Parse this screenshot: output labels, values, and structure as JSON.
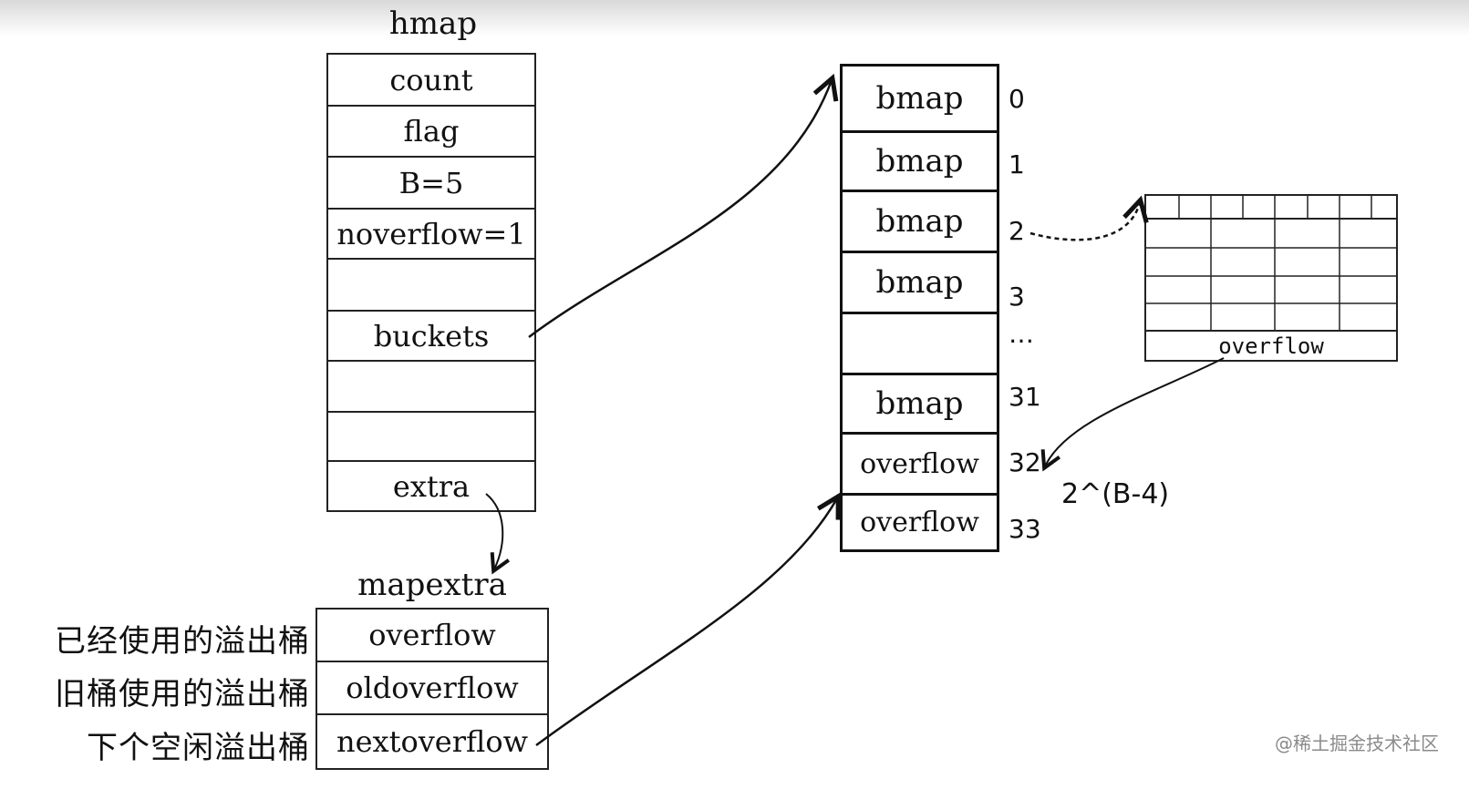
{
  "hmap": {
    "title": "hmap",
    "fields": [
      "count",
      "flag",
      "B=5",
      "noverflow=1",
      "",
      "buckets",
      "",
      "",
      "extra"
    ]
  },
  "mapextra": {
    "title": "mapextra",
    "fields": [
      "overflow",
      "oldoverflow",
      "nextoverflow"
    ],
    "annotations": [
      "已经使用的溢出桶",
      "旧桶使用的溢出桶",
      "下个空闲溢出桶"
    ]
  },
  "buckets": {
    "cells": [
      "bmap",
      "bmap",
      "bmap",
      "bmap",
      "",
      "bmap",
      "overflow",
      "overflow"
    ],
    "indices": [
      "0",
      "1",
      "2",
      "3",
      "…",
      "31",
      "32",
      "33"
    ]
  },
  "bmap_detail": {
    "overflow_label": "overflow"
  },
  "formula": "2^(B-4)",
  "watermark": "@稀土掘金技术社区"
}
